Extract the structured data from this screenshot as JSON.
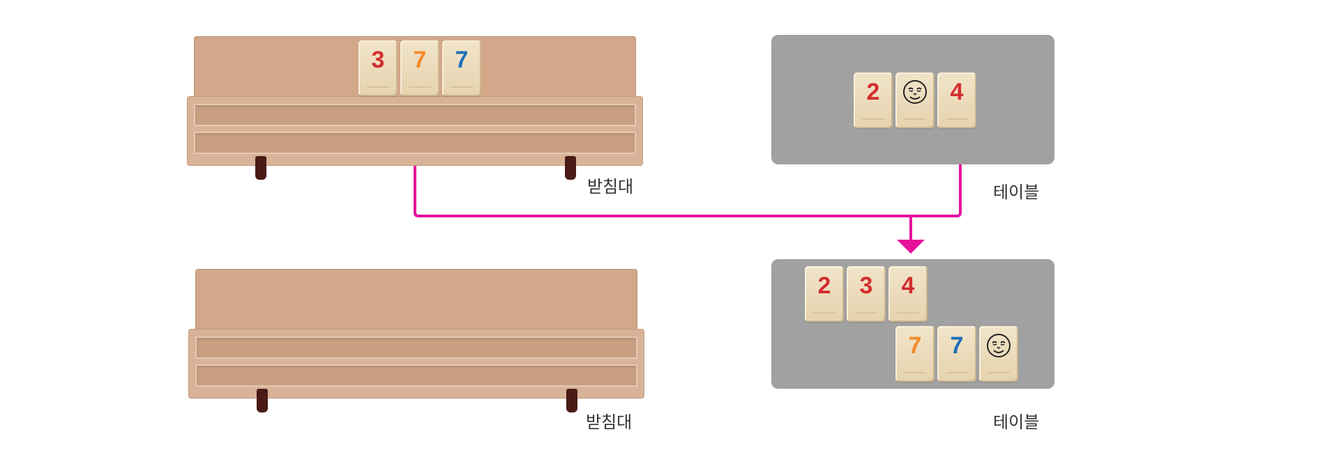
{
  "colors": {
    "red": "#d32d2e",
    "orange": "#f28a2a",
    "blue": "#1f6fb8",
    "black": "#222222",
    "connector": "#e6119a",
    "table": "#a1a1a1",
    "rack": "#d3a88a"
  },
  "before": {
    "rack": {
      "label": "받침대",
      "tiles": [
        {
          "value": "3",
          "color": "red"
        },
        {
          "value": "7",
          "color": "orange"
        },
        {
          "value": "7",
          "color": "blue"
        }
      ]
    },
    "table": {
      "label": "테이블",
      "tiles": [
        {
          "value": "2",
          "color": "red"
        },
        {
          "value": "",
          "color": "black",
          "icon": "joker-face-icon"
        },
        {
          "value": "4",
          "color": "red"
        }
      ]
    }
  },
  "after": {
    "rack": {
      "label": "받침대",
      "tiles": []
    },
    "table": {
      "label": "테이블",
      "row1": [
        {
          "value": "2",
          "color": "red"
        },
        {
          "value": "3",
          "color": "red"
        },
        {
          "value": "4",
          "color": "red"
        }
      ],
      "row2": [
        {
          "value": "7",
          "color": "orange"
        },
        {
          "value": "7",
          "color": "blue"
        },
        {
          "value": "",
          "color": "black",
          "icon": "joker-face-icon"
        }
      ]
    }
  }
}
